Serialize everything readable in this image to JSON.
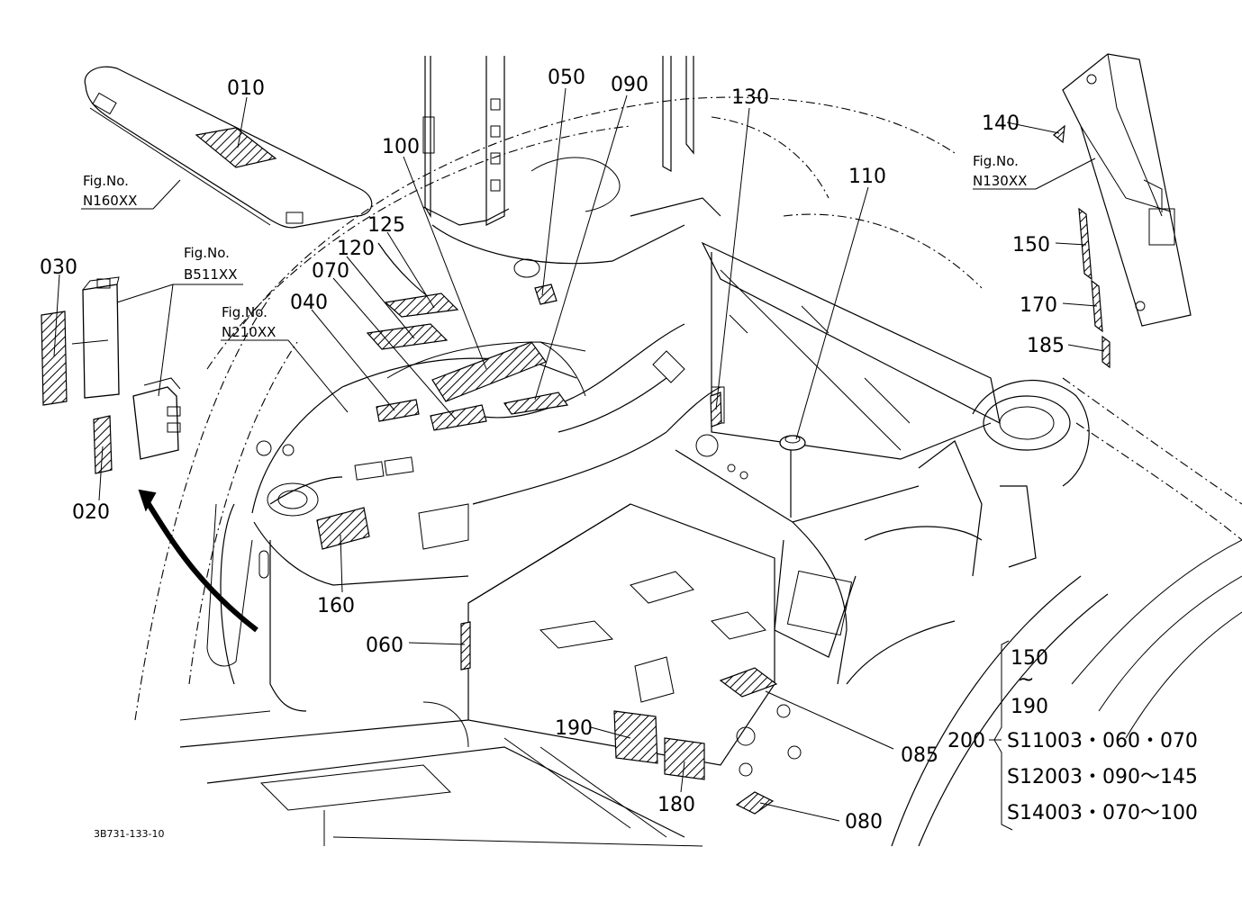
{
  "callouts": {
    "c010": "010",
    "c020": "020",
    "c030": "030",
    "c040": "040",
    "c050": "050",
    "c060": "060",
    "c070": "070",
    "c080": "080",
    "c085": "085",
    "c090": "090",
    "c100": "100",
    "c110": "110",
    "c120": "120",
    "c125": "125",
    "c130": "130",
    "c140": "140",
    "c150": "150",
    "c160": "160",
    "c170": "170",
    "c180": "180",
    "c185": "185",
    "c190": "190"
  },
  "figure_refs": {
    "fig_label": "Fig.No.",
    "n160": "N160XX",
    "b511": "B511XX",
    "n210": "N210XX",
    "n130": "N130XX"
  },
  "note": {
    "line1": "150",
    "line2": "~",
    "line3": "190",
    "item": "200",
    "s1": "S11003・060・070",
    "s2": "S12003・090～145",
    "s3": "S14003・070～100"
  },
  "drawing_code": "3B731-133-10"
}
